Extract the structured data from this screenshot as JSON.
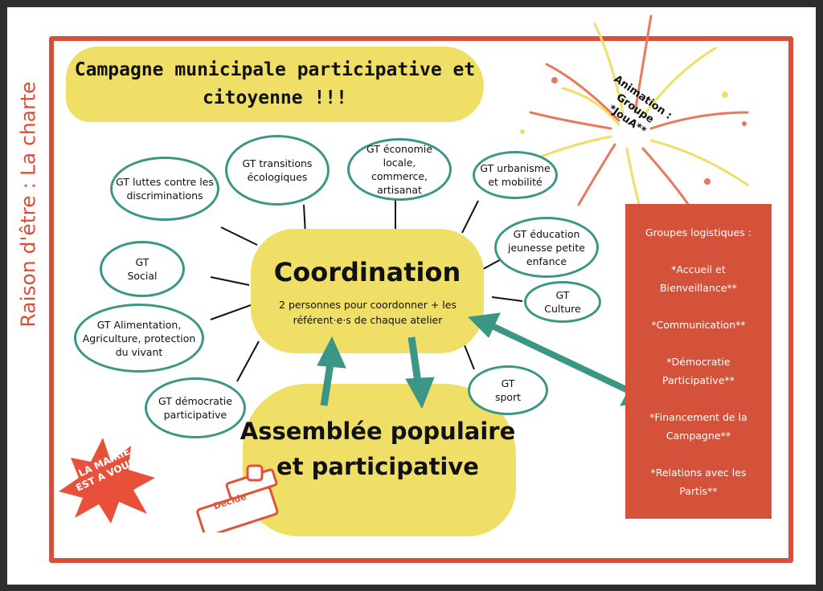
{
  "side_title": "Raison d'être : La charte",
  "title": "Campagne municipale participative et citoyenne !!!",
  "coordination": {
    "title": "Coordination",
    "subtitle": "2 personnes pour coordonner + les référent·e·s de chaque atelier"
  },
  "assembly": "Assemblée populaire et participative",
  "animation": "Animation : Groupe *JouA**",
  "groups": [
    "GT luttes contre les discriminations",
    "GT transitions écologiques",
    "GT économie locale, commerce, artisanat",
    "GT urbanisme et mobilité",
    "GT éducation jeunesse petite enfance",
    "GT Social",
    "GT Culture",
    "GT Alimentation, Agriculture, protection du vivant",
    "GT démocratie participative",
    "GT sport"
  ],
  "logistics": {
    "title": "Groupes logistiques :",
    "items": [
      "*Accueil et Bienveillance**",
      "*Communication**",
      "*Démocratie Participative**",
      "*Financement de la Campagne**",
      "*Relations avec les Partis**"
    ]
  },
  "stamp_badge": "LA MAIRIE EST A VOUS !",
  "stamp_label": "Decide",
  "colors": {
    "red": "#d9503a",
    "yellow": "#f0df66",
    "teal": "#3b9686"
  }
}
